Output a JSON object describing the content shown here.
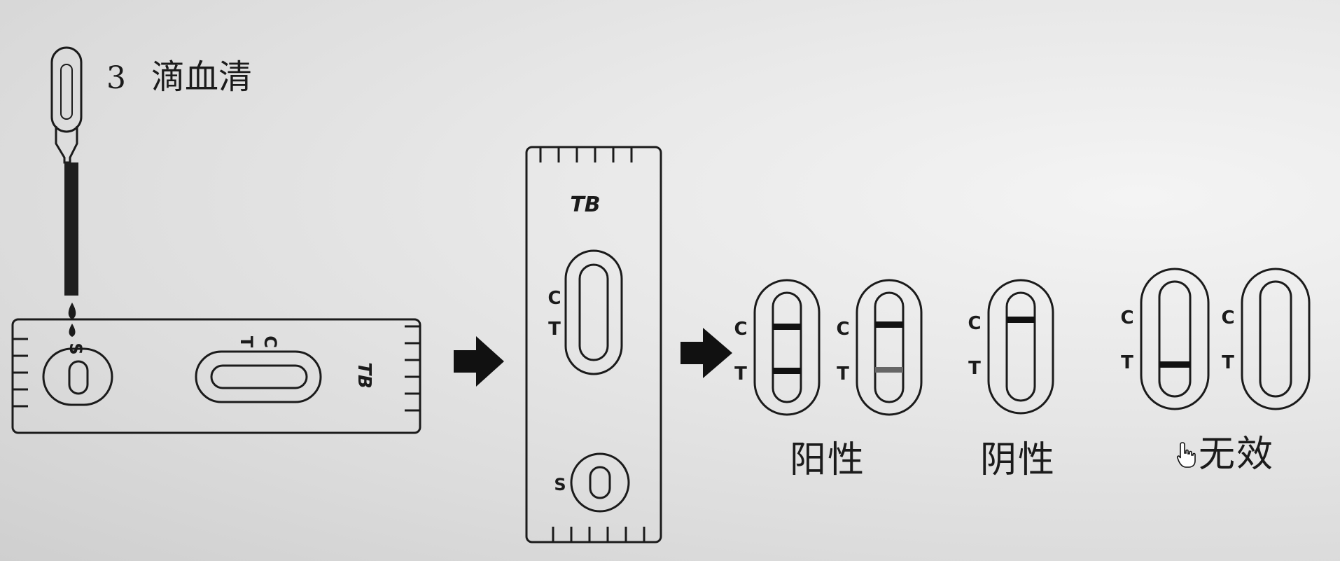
{
  "step": {
    "number": "3",
    "text": "滴血清"
  },
  "cassette_horizontal": {
    "brand": "TB",
    "well_label": "S",
    "control_label": "C",
    "test_label": "T"
  },
  "cassette_vertical": {
    "brand": "TB",
    "well_label": "S",
    "control_label": "C",
    "test_label": "T"
  },
  "results": {
    "line_labels": {
      "control": "C",
      "test": "T"
    },
    "positive_label": "阳性",
    "negative_label": "阴性",
    "invalid_label": "无效"
  },
  "colors": {
    "ink": "#1b1b1b",
    "background": "#dcdcdc"
  },
  "icons": [
    "dropper-icon",
    "arrow-right-icon",
    "hand-pointer-icon"
  ]
}
